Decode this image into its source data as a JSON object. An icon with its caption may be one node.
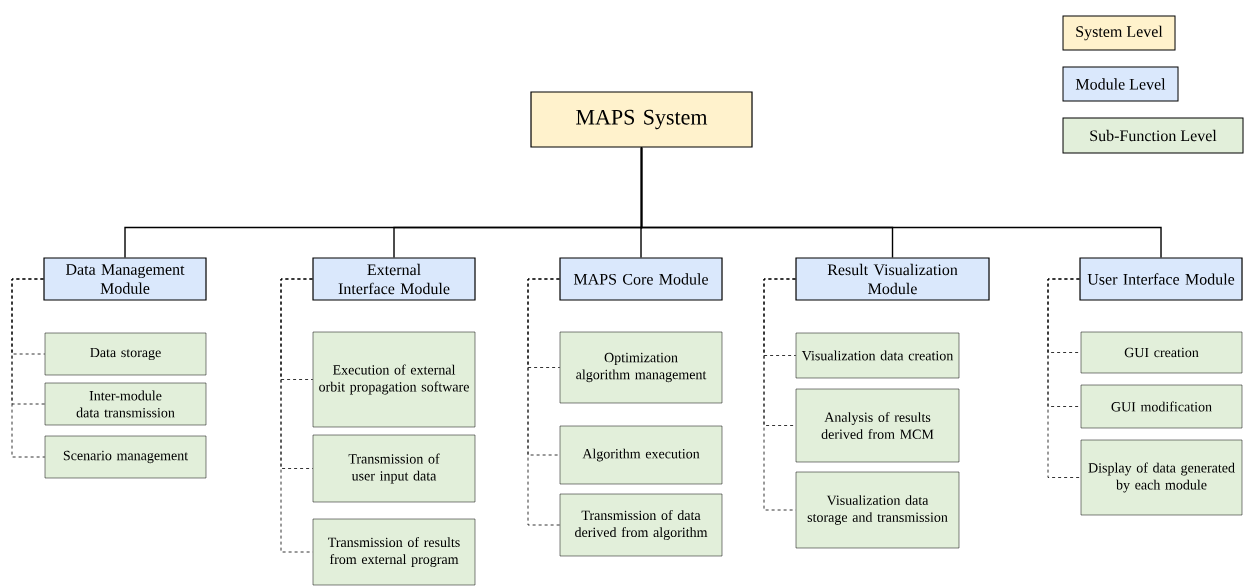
{
  "diagram": {
    "nodes": [
      {
        "text": [
          "MAPS System"
        ]
      },
      {
        "text": [
          "Data Management Module"
        ]
      },
      {
        "text": [
          "External Interface Module"
        ]
      },
      {
        "text": [
          "MAPS Core Module"
        ]
      },
      {
        "text": [
          "Result Visualization Module"
        ]
      },
      {
        "text": [
          "User Interface Module"
        ]
      },
      {
        "text": [
          "Data storage"
        ]
      },
      {
        "text": [
          "Inter-module data transmission"
        ]
      },
      {
        "text": [
          "Scenario management"
        ]
      },
      {
        "text": [
          "Execution of external orbit propagation software"
        ]
      },
      {
        "text": [
          "Transmission of user input data"
        ]
      },
      {
        "text": [
          "Transmission of results from external program"
        ]
      },
      {
        "text": [
          "Optimization algorithm management"
        ]
      },
      {
        "text": [
          "Algorithm execution"
        ]
      },
      {
        "text": [
          "Transmission of data derived from algorithm"
        ]
      },
      {
        "text": [
          "Visualization data creation"
        ]
      },
      {
        "text": [
          "Analysis of results derived from MCM"
        ]
      },
      {
        "text": [
          "Visualization data storage and transmission"
        ]
      },
      {
        "text": [
          "GUI creation"
        ]
      },
      {
        "text": [
          "GUI modification"
        ]
      },
      {
        "text": [
          "Display of data generated by each module"
        ]
      }
    ],
    "edges": [
      {
        "from": 0,
        "to": 1,
        "arrow": "none"
      },
      {
        "from": 0,
        "to": 2,
        "arrow": "none"
      },
      {
        "from": 0,
        "to": 3,
        "arrow": "none"
      },
      {
        "from": 0,
        "to": 4,
        "arrow": "none"
      },
      {
        "from": 0,
        "to": 5,
        "arrow": "none"
      },
      {
        "from": 1,
        "to": 6,
        "arrow": "none",
        "style": "dashed"
      },
      {
        "from": 1,
        "to": 7,
        "arrow": "none",
        "style": "dashed"
      },
      {
        "from": 1,
        "to": 8,
        "arrow": "none",
        "style": "dashed"
      },
      {
        "from": 2,
        "to": 9,
        "arrow": "none",
        "style": "dashed"
      },
      {
        "from": 2,
        "to": 10,
        "arrow": "none",
        "style": "dashed"
      },
      {
        "from": 2,
        "to": 11,
        "arrow": "none",
        "style": "dashed"
      },
      {
        "from": 3,
        "to": 12,
        "arrow": "none",
        "style": "dashed"
      },
      {
        "from": 3,
        "to": 13,
        "arrow": "none",
        "style": "dashed"
      },
      {
        "from": 3,
        "to": 14,
        "arrow": "none",
        "style": "dashed"
      },
      {
        "from": 4,
        "to": 15,
        "arrow": "none",
        "style": "dashed"
      },
      {
        "from": 4,
        "to": 16,
        "arrow": "none",
        "style": "dashed"
      },
      {
        "from": 4,
        "to": 17,
        "arrow": "none",
        "style": "dashed"
      },
      {
        "from": 5,
        "to": 18,
        "arrow": "none",
        "style": "dashed"
      },
      {
        "from": 5,
        "to": 19,
        "arrow": "none",
        "style": "dashed"
      },
      {
        "from": 5,
        "to": 20,
        "arrow": "none",
        "style": "dashed"
      }
    ],
    "legend": [
      {
        "text": "System Level",
        "color": "#fff2cc"
      },
      {
        "text": "Module Level",
        "color": "#dae8fc"
      },
      {
        "text": "Sub-Function Level",
        "color": "#e2efda"
      }
    ]
  }
}
